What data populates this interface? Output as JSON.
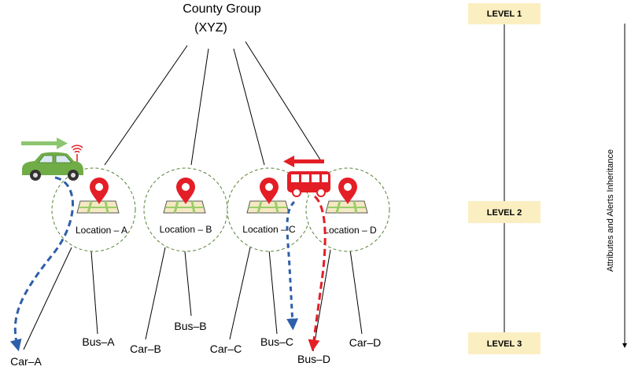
{
  "root": {
    "line1": "County Group",
    "line2": "(XYZ)"
  },
  "locations": [
    {
      "label": "Location – A"
    },
    {
      "label": "Location – B"
    },
    {
      "label": "Location – C"
    },
    {
      "label": "Location – D"
    }
  ],
  "vehicles": [
    {
      "label": "Car–A"
    },
    {
      "label": "Bus–A"
    },
    {
      "label": "Car–B"
    },
    {
      "label": "Bus–B"
    },
    {
      "label": "Car–C"
    },
    {
      "label": "Bus–C"
    },
    {
      "label": "Bus–D"
    },
    {
      "label": "Car–D"
    }
  ],
  "levels": [
    {
      "label": "LEVEL 1"
    },
    {
      "label": "LEVEL 2"
    },
    {
      "label": "LEVEL 3"
    }
  ],
  "inheritance_label": "Attributes and Alerts Inheritance",
  "icons": [
    "map-pin-icon",
    "map-icon",
    "car-icon",
    "bus-icon",
    "wifi-signal-icon",
    "arrow-icon"
  ],
  "colors": {
    "car": "#70ad47",
    "bus": "#e41e26",
    "pin": "#e41e26",
    "map": "#f5e9c4",
    "circle_border": "#548235",
    "level_box": "#fbefc2",
    "blue_dash": "#2e5fa8",
    "red_dash": "#e41e26",
    "green_arrow": "#8cc66f"
  }
}
